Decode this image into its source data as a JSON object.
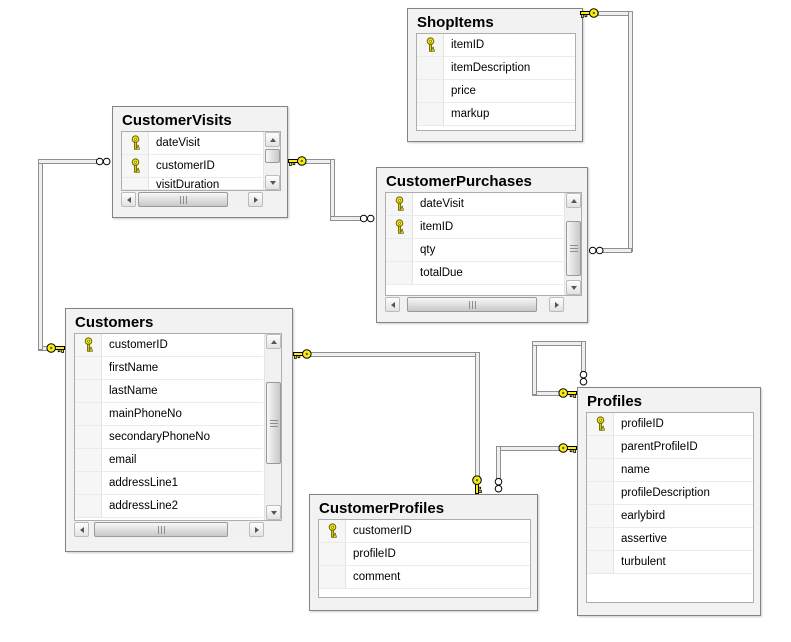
{
  "diagram": {
    "kind": "database-relationship-diagram",
    "tables": [
      {
        "name": "ShopItems",
        "columns": [
          {
            "name": "itemID",
            "key": true
          },
          {
            "name": "itemDescription",
            "key": false
          },
          {
            "name": "price",
            "key": false
          },
          {
            "name": "markup",
            "key": false
          }
        ],
        "vertical_scrollbar": false,
        "horizontal_scrollbar": false
      },
      {
        "name": "CustomerVisits",
        "columns": [
          {
            "name": "dateVisit",
            "key": true
          },
          {
            "name": "customerID",
            "key": true
          },
          {
            "name": "visitDuration",
            "key": false,
            "partially_visible": true
          }
        ],
        "vertical_scrollbar": true,
        "horizontal_scrollbar": true
      },
      {
        "name": "CustomerPurchases",
        "columns": [
          {
            "name": "dateVisit",
            "key": true
          },
          {
            "name": "itemID",
            "key": true
          },
          {
            "name": "qty",
            "key": false
          },
          {
            "name": "totalDue",
            "key": false
          }
        ],
        "vertical_scrollbar": true,
        "horizontal_scrollbar": true
      },
      {
        "name": "Customers",
        "columns": [
          {
            "name": "customerID",
            "key": true
          },
          {
            "name": "firstName",
            "key": false
          },
          {
            "name": "lastName",
            "key": false
          },
          {
            "name": "mainPhoneNo",
            "key": false
          },
          {
            "name": "secondaryPhoneNo",
            "key": false
          },
          {
            "name": "email",
            "key": false
          },
          {
            "name": "addressLine1",
            "key": false
          },
          {
            "name": "addressLine2",
            "key": false
          }
        ],
        "vertical_scrollbar": true,
        "horizontal_scrollbar": true
      },
      {
        "name": "CustomerProfiles",
        "columns": [
          {
            "name": "customerID",
            "key": true
          },
          {
            "name": "profileID",
            "key": false
          },
          {
            "name": "comment",
            "key": false
          }
        ],
        "vertical_scrollbar": false,
        "horizontal_scrollbar": false
      },
      {
        "name": "Profiles",
        "columns": [
          {
            "name": "profileID",
            "key": true
          },
          {
            "name": "parentProfileID",
            "key": false
          },
          {
            "name": "name",
            "key": false
          },
          {
            "name": "profileDescription",
            "key": false
          },
          {
            "name": "earlybird",
            "key": false
          },
          {
            "name": "assertive",
            "key": false
          },
          {
            "name": "turbulent",
            "key": false
          }
        ],
        "vertical_scrollbar": false,
        "horizontal_scrollbar": false
      }
    ],
    "relationships": [
      {
        "from": "ShopItems",
        "from_end": "one-key",
        "to": "CustomerPurchases",
        "to_end": "many-infinity"
      },
      {
        "from": "CustomerVisits",
        "from_end": "one-key",
        "to": "CustomerPurchases",
        "to_end": "many-infinity"
      },
      {
        "from": "Customers",
        "from_end": "one-key",
        "to": "CustomerVisits",
        "to_end": "many-infinity"
      },
      {
        "from": "Customers",
        "from_end": "one-key",
        "to": "CustomerProfiles",
        "to_end": "one-key"
      },
      {
        "from": "Profiles",
        "from_end": "one-key",
        "to": "CustomerProfiles",
        "to_end": "many-infinity"
      },
      {
        "from": "Profiles",
        "from_end": "one-key",
        "to": "Profiles",
        "to_end": "many-infinity",
        "self_reference": true
      }
    ],
    "symbols": {
      "one_end": "key-icon",
      "many_end": "infinity-icon"
    },
    "colors": {
      "key_fill": "#f7ec13",
      "table_background": "#f2f2f2",
      "table_border": "#838383",
      "connector_border": "#8f8f8f",
      "connector_fill": "#efefef",
      "canvas_background": "#ffffff"
    }
  }
}
